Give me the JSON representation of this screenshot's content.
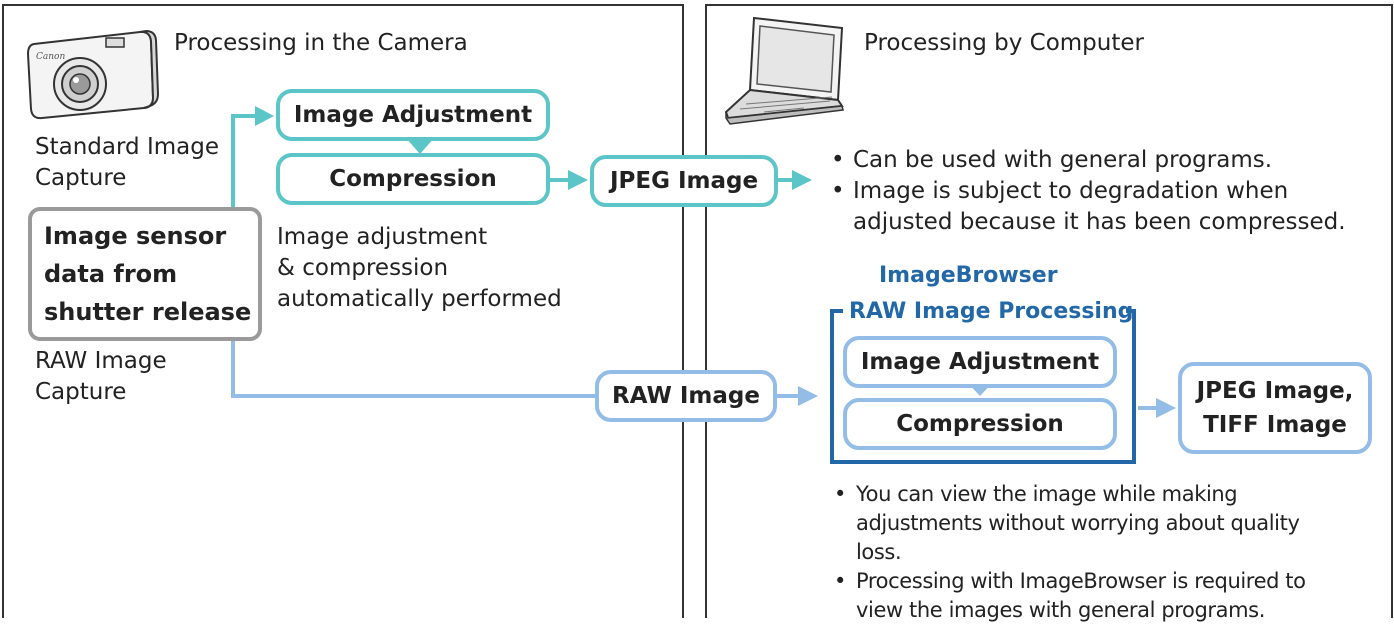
{
  "camera_panel": {
    "title": "Processing in the Camera",
    "standard_capture": [
      "Standard Image",
      "Capture"
    ],
    "raw_capture": [
      "RAW Image",
      "Capture"
    ],
    "sensor_box": [
      "Image sensor",
      "data from",
      "shutter release"
    ],
    "camera_image_adjustment": "Image Adjustment",
    "camera_compression": "Compression",
    "auto_note": [
      "Image adjustment",
      "& compression",
      "automatically performed"
    ],
    "camera_brand": "Canon"
  },
  "outputs": {
    "jpeg_image": "JPEG Image",
    "raw_image": "RAW Image"
  },
  "computer_panel": {
    "title": "Processing by Computer",
    "jpeg_notes": [
      "Can be used with general programs.",
      "Image is subject to degradation when adjusted because it has been compressed."
    ],
    "processing_title_1": "ImageBrowser",
    "processing_title_2": "RAW Image Processing",
    "pc_image_adjustment": "Image Adjustment",
    "pc_compression": "Compression",
    "final_output": [
      "JPEG Image,",
      "TIFF Image"
    ],
    "raw_notes": [
      "You can view the image while making adjustments without worrying about quality loss.",
      "Processing with ImageBrowser is required to view the images with general programs."
    ]
  },
  "colors": {
    "teal": "#5cc5c8",
    "light_blue": "#93bde7",
    "dark_blue": "#2268a8",
    "gray": "#9a9a9a"
  }
}
